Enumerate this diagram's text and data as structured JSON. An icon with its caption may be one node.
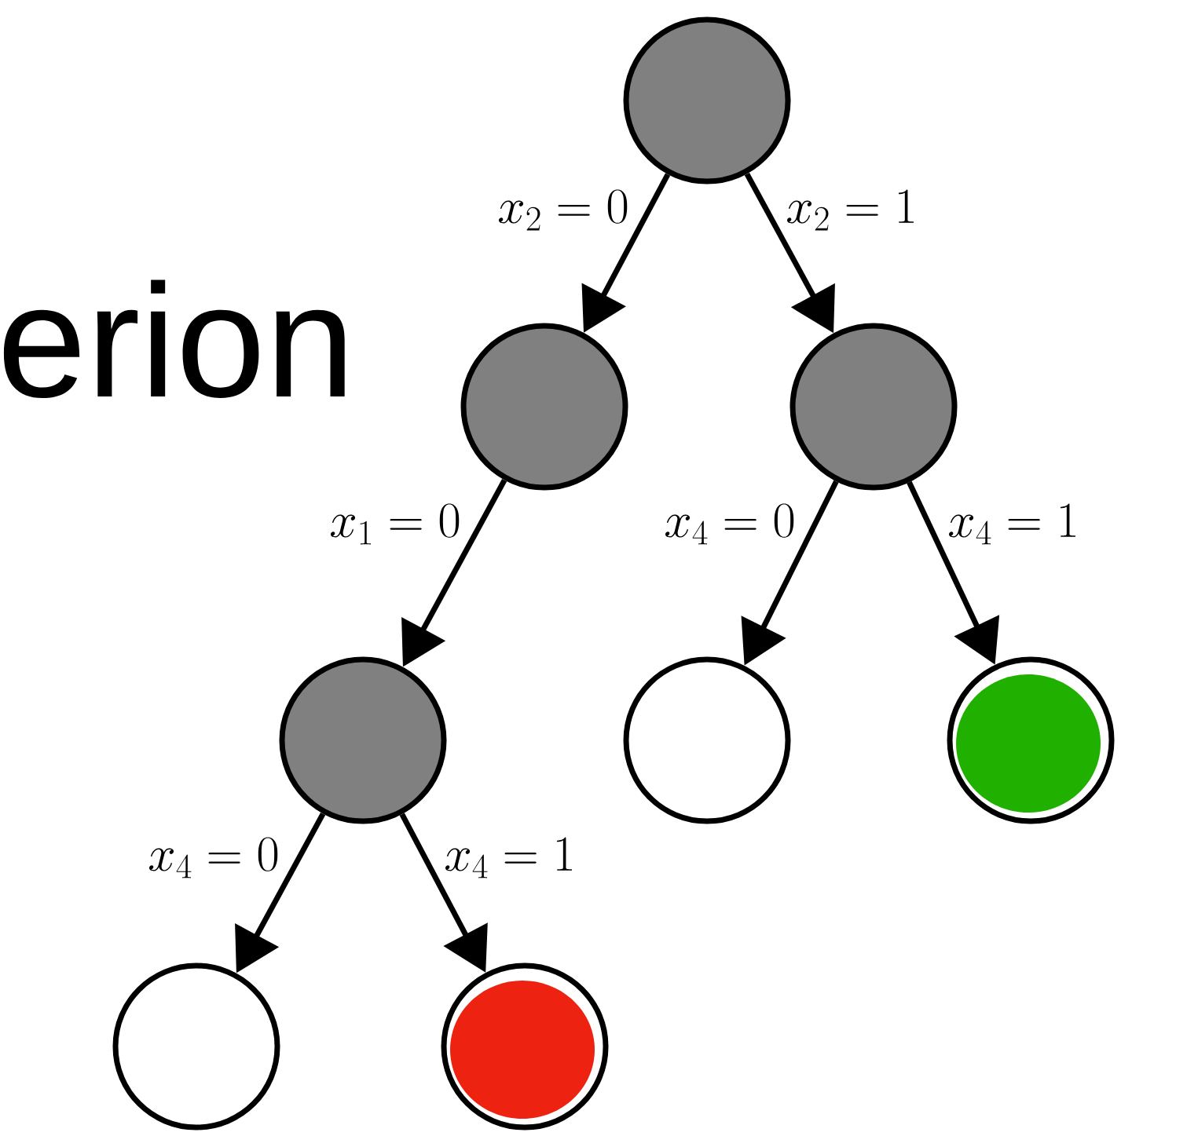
{
  "diagram": {
    "nodes": [
      {
        "text": [],
        "shape": "circle"
      },
      {
        "text": [],
        "shape": "circle"
      },
      {
        "text": [],
        "shape": "circle"
      },
      {
        "text": [],
        "shape": "circle"
      },
      {
        "text": [],
        "shape": "circle"
      },
      {
        "text": [],
        "shape": "circle"
      },
      {
        "text": [],
        "shape": "circle"
      },
      {
        "text": [],
        "shape": "circle"
      }
    ],
    "edges": [
      {
        "from": 0,
        "to": 1,
        "arrow": "to",
        "label": "x_{2} = 0"
      },
      {
        "from": 0,
        "to": 2,
        "arrow": "to",
        "label": "x_{2} = 1"
      },
      {
        "from": 1,
        "to": 3,
        "arrow": "to",
        "label": "x_{1} = 0"
      },
      {
        "from": 2,
        "to": 4,
        "arrow": "to",
        "label": "x_{4} = 0"
      },
      {
        "from": 2,
        "to": 5,
        "arrow": "to",
        "label": "x_{4} = 1"
      },
      {
        "from": 3,
        "to": 6,
        "arrow": "to",
        "label": "x_{4} = 0"
      },
      {
        "from": 3,
        "to": 7,
        "arrow": "to",
        "label": "x_{4} = 1"
      }
    ],
    "labels": [
      "erion"
    ]
  }
}
